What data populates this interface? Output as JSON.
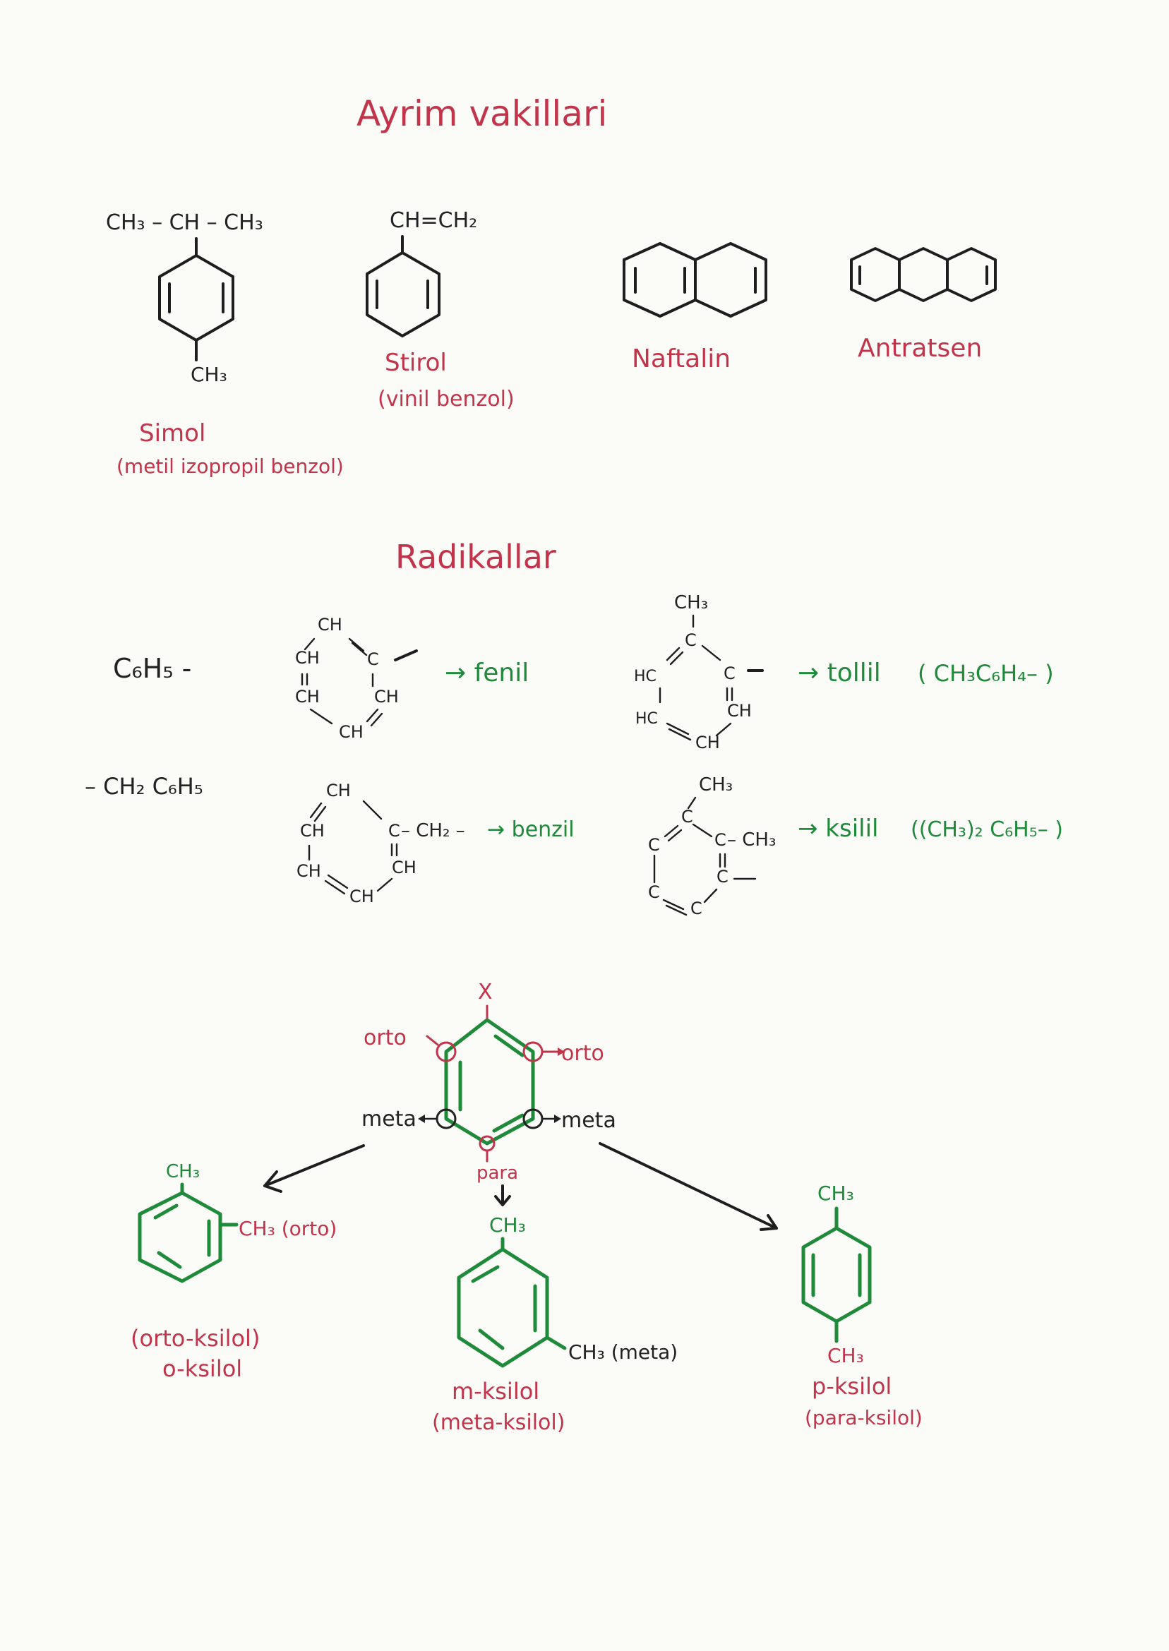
{
  "titles": {
    "main_title": "Ayrim vakillari",
    "radicals_title": "Radikallar"
  },
  "section1": {
    "simol": {
      "top_formula": "CH₃ – CH – CH₃",
      "bottom_formula": "CH₃",
      "name": "Simol",
      "subname": "(metil izopropil benzol)"
    },
    "stirol": {
      "top_formula": "CH=CH₂",
      "name": "Stirol",
      "subname": "(vinil benzol)"
    },
    "naftalin": {
      "name": "Naftalin"
    },
    "antratsen": {
      "name": "Antratsen"
    }
  },
  "radicals": {
    "row1": {
      "left_formula": "C₆H₅ -",
      "ring_labels": [
        "CH",
        "C",
        "CH",
        "CH",
        "CH",
        "CH"
      ],
      "double_marks": [
        "=",
        "=",
        "="
      ],
      "fenil": "→ fenil",
      "tolil_ring_top": "CH₃",
      "tolil_ring_labels": [
        "C",
        "C",
        "CH",
        "CH",
        "HC",
        "HC"
      ],
      "tolil": "→ tollil",
      "tolil_formula": "( CH₃C₆H₄– )"
    },
    "row2": {
      "left_formula": "– CH₂ C₆H₅",
      "ring_labels": [
        "CH",
        "C",
        "CH",
        "CH",
        "CH",
        "CH"
      ],
      "benzil_sub": "– CH₂ –",
      "benzil": "→ benzil",
      "ksilil_top": "CH₃",
      "ksilil_labels": [
        "C",
        "C",
        "C",
        "C",
        "C",
        "C"
      ],
      "ksilil_sub": "– CH₃",
      "ksilil": "→ ksilil",
      "ksilil_formula": "((CH₃)₂ C₆H₅– )"
    }
  },
  "positions": {
    "x_label": "X",
    "orto_left": "orto",
    "orto_right": "orto",
    "meta_left": "meta",
    "meta_right": "meta",
    "para": "para"
  },
  "xylenes": {
    "ortho": {
      "top": "CH₃",
      "side": "CH₃ (orto)",
      "name": "(orto-ksilol)",
      "subname": "o-ksilol"
    },
    "meta": {
      "top": "CH₃",
      "side": "CH₃ (meta)",
      "name": "m-ksilol",
      "subname": "(meta-ksilol)"
    },
    "para": {
      "top": "CH₃",
      "bottom": "CH₃",
      "name": "p-ksilol",
      "subname": "(para-ksilol)"
    }
  },
  "colors": {
    "red": "#c2344a",
    "green": "#1f8a3a",
    "black": "#1e1e1e",
    "paper": "#fbfbf8"
  }
}
